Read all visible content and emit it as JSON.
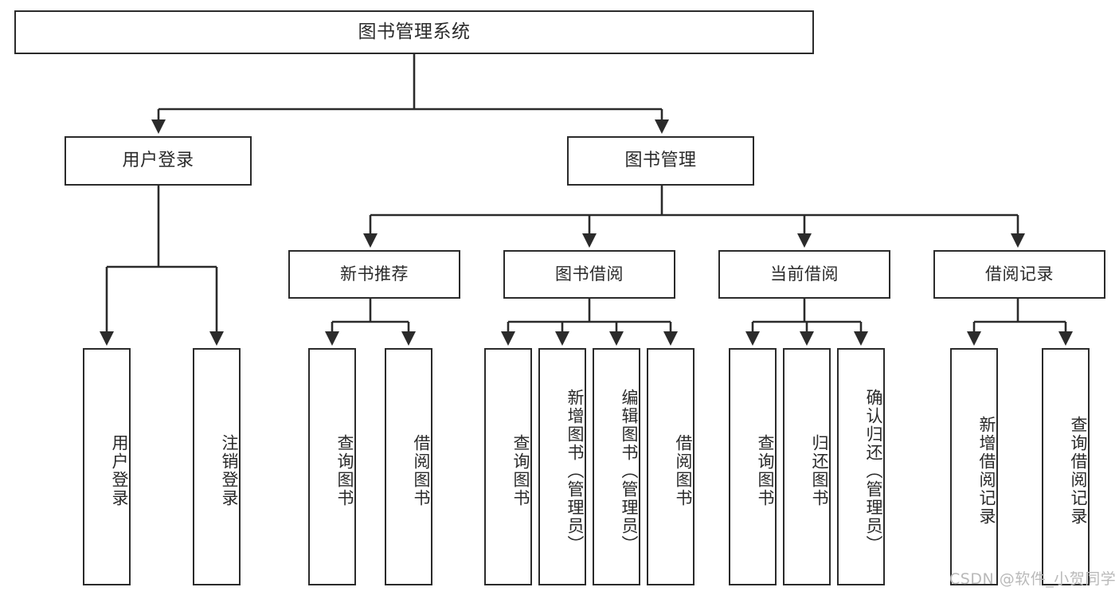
{
  "diagram": {
    "title": "图书管理系统",
    "type": "hierarchy-tree",
    "watermark": "CSDN @软件_小贺同学"
  },
  "root": {
    "label": "图书管理系统"
  },
  "level2": [
    {
      "label": "用户登录"
    },
    {
      "label": "图书管理"
    }
  ],
  "level3": [
    {
      "label": "新书推荐"
    },
    {
      "label": "图书借阅"
    },
    {
      "label": "当前借阅"
    },
    {
      "label": "借阅记录"
    }
  ],
  "leaves": {
    "user_login": [
      {
        "label": "用户登录"
      },
      {
        "label": "注销登录"
      }
    ],
    "new_book_recommend": [
      {
        "label": "查询图书"
      },
      {
        "label": "借阅图书"
      }
    ],
    "book_borrow": [
      {
        "label": "查询图书"
      },
      {
        "label": "新增图书（管理员）"
      },
      {
        "label": "编辑图书（管理员）"
      },
      {
        "label": "借阅图书"
      }
    ],
    "current_borrow": [
      {
        "label": "查询图书"
      },
      {
        "label": "归还图书"
      },
      {
        "label": "确认归还（管理员）"
      }
    ],
    "borrow_record": [
      {
        "label": "新增借阅记录"
      },
      {
        "label": "查询借阅记录"
      }
    ]
  },
  "colors": {
    "stroke": "#2b2b2b",
    "text": "#2a2a2a",
    "background": "#ffffff",
    "watermark": "#b9b9b9"
  }
}
